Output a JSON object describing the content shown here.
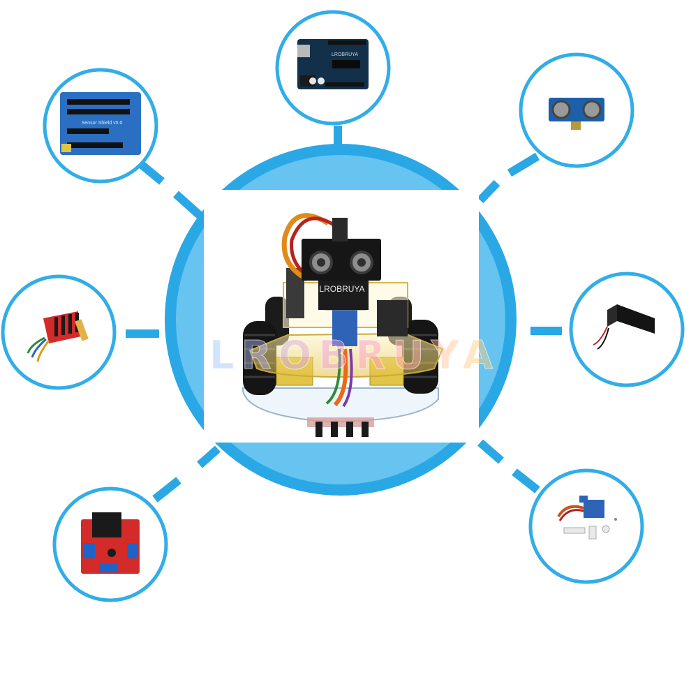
{
  "colors": {
    "accent": "#2aa8e6",
    "accent_light": "#67c3f0",
    "ring_stroke": "#31ade8",
    "background": "#ffffff",
    "board_blue": "#1d5fa8",
    "board_red": "#d32a2a",
    "board_dark": "#123049",
    "acrylic": "#e8c94a"
  },
  "center": {
    "subject": "robot-car",
    "sensor_brand_text": "LROBRUYA",
    "watermark_text": "LROBRUYA"
  },
  "modules": [
    {
      "name": "arduino-uno-board",
      "board_text": "LROBRUYA"
    },
    {
      "name": "ultrasonic-sensor"
    },
    {
      "name": "battery-box"
    },
    {
      "name": "servo-motor"
    },
    {
      "name": "l298n-motor-driver"
    },
    {
      "name": "ir-tracking-module"
    },
    {
      "name": "sensor-shield",
      "board_text": "Sensor Shield v5.0"
    }
  ]
}
